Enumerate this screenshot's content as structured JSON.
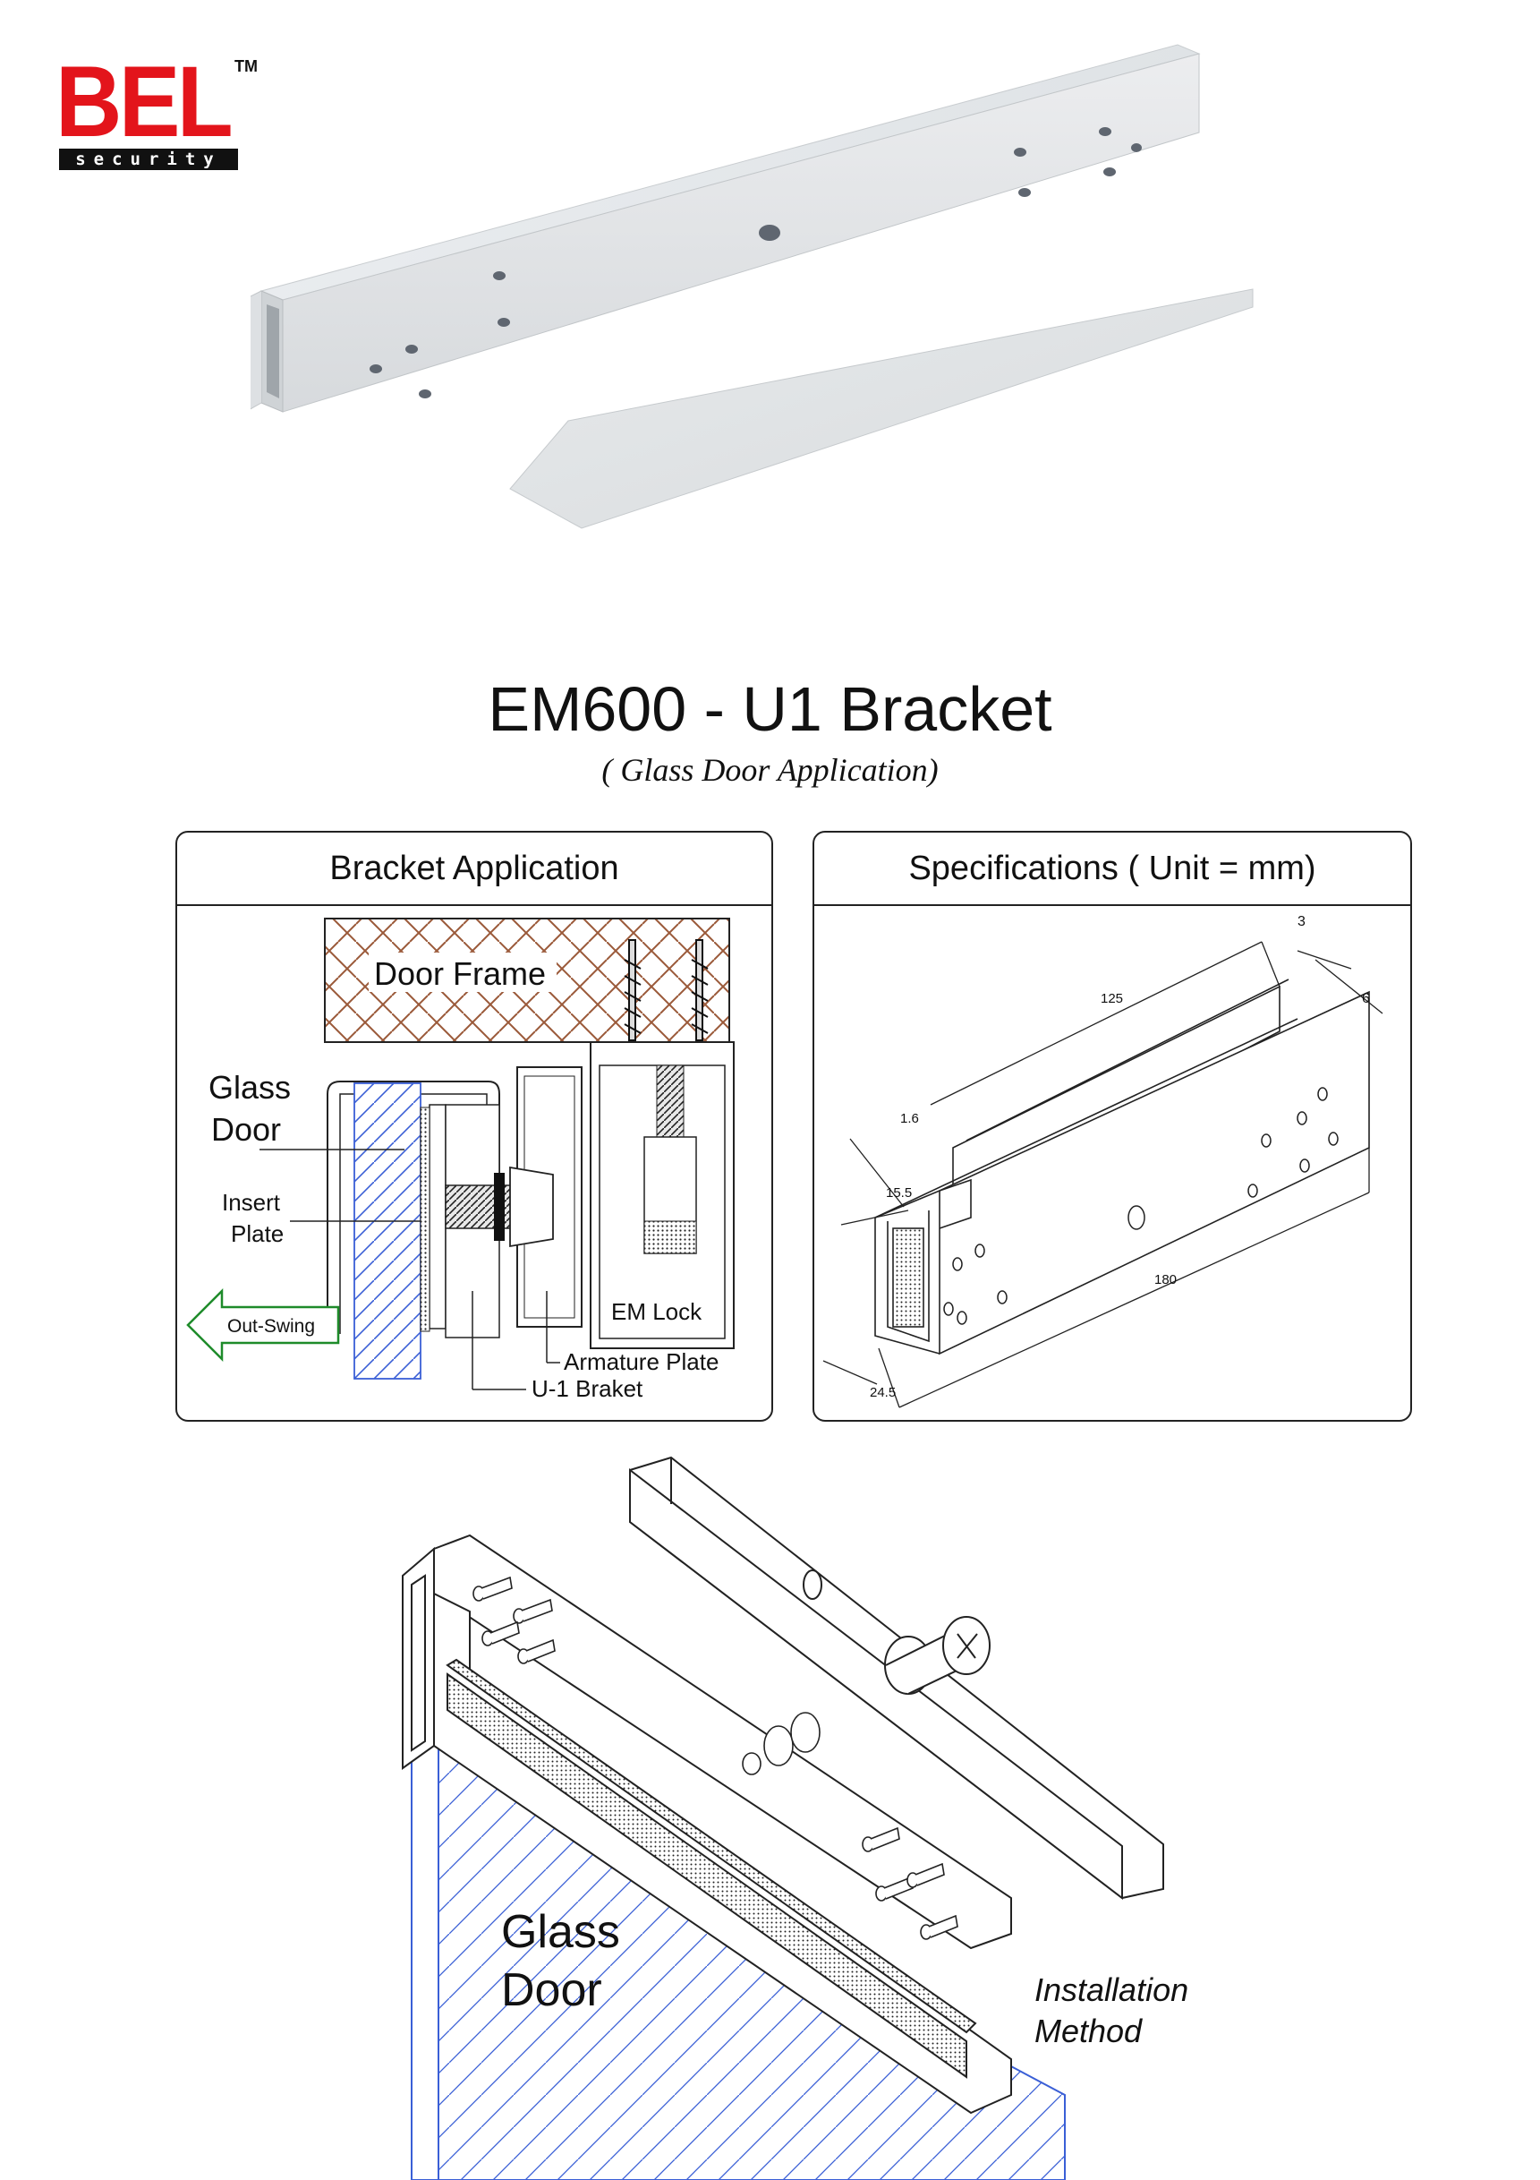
{
  "logo": {
    "brand": "BEL",
    "trademark": "TM",
    "tagline": "security"
  },
  "header": {
    "title": "EM600 - U1 Bracket",
    "subtitle": "( Glass Door Application)"
  },
  "panels": {
    "application": {
      "title": "Bracket Application",
      "labels": {
        "door_frame": "Door Frame",
        "glass": "Glass",
        "door": "Door",
        "insert": "Insert",
        "plate": "Plate",
        "em_lock": "EM Lock",
        "out_swing": "Out-Swing",
        "armature_plate": "Armature Plate",
        "u1_bracket": "U-1 Braket"
      }
    },
    "specifications": {
      "title": "Specifications ( Unit = mm)",
      "dimensions": {
        "d3": "3",
        "d6": "6",
        "d125": "125",
        "d16": "1.6",
        "d155": "15.5",
        "d180": "180",
        "d245": "24.5"
      }
    }
  },
  "installation": {
    "glass": "Glass",
    "door": "Door",
    "caption_line1": "Installation",
    "caption_line2": "Method"
  }
}
